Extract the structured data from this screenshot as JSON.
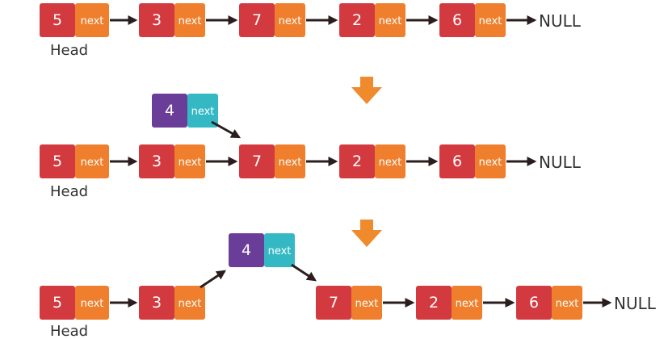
{
  "labels": {
    "next": "next",
    "null": "NULL",
    "head": "Head"
  },
  "values": {
    "n5": "5",
    "n3": "3",
    "n7": "7",
    "n2": "2",
    "n6": "6",
    "n4": "4"
  },
  "colors": {
    "value_cell": "#d23a3f",
    "next_cell": "#ef7f2c",
    "new_value_cell": "#6a3d98",
    "new_next_cell": "#34b9c4",
    "step_arrow": "#ef8a2d",
    "link": "#2b1d1d"
  }
}
